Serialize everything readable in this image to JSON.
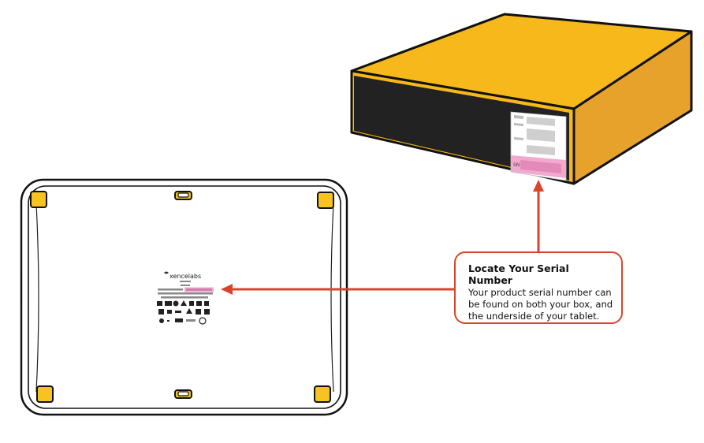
{
  "callout": {
    "title": "Locate Your Serial Number",
    "body": "Your product serial number can be found on both your box, and the underside of your tablet."
  },
  "tablet_label": {
    "brand": "xencelabs"
  },
  "box_label": {
    "sn_mark": "SN"
  },
  "colors": {
    "box_yellow": "#f7b81b",
    "box_shadow": "#e6a22a",
    "box_front": "#222222",
    "serial_pink": "#f2a9d0",
    "arrow_red": "#d9452b",
    "foot_yellow": "#f7c320"
  }
}
